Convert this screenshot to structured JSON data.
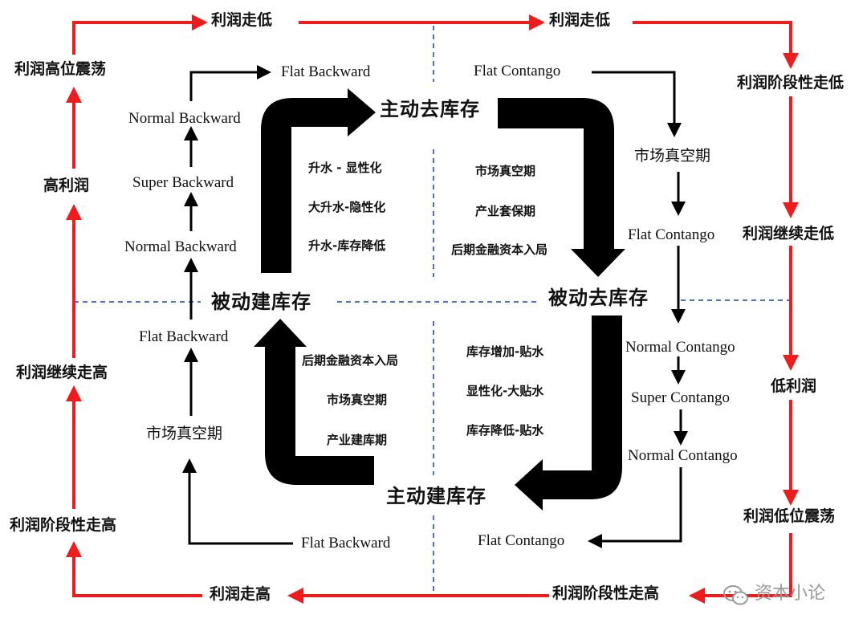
{
  "outer_cycle": {
    "top_left": "利润走低",
    "top_right": "利润走低",
    "right_1": "利润阶段性走低",
    "right_2": "利润继续走低",
    "right_3": "低利润",
    "right_4": "利润低位震荡",
    "bottom_right": "利润阶段性走高",
    "bottom_left": "利润走高",
    "left_1": "利润阶段性走高",
    "left_2": "利润继续走高",
    "left_3": "高利润",
    "left_4": "利润高位震荡"
  },
  "inventory_cycle": {
    "active_destock": "主动去库存",
    "passive_destock": "被动去库存",
    "active_restock": "主动建库存",
    "passive_restock": "被动建库存"
  },
  "structures": {
    "top_left_flat_backward": "Flat Backward",
    "normal_backward_upper": "Normal Backward",
    "super_backward": "Super Backward",
    "normal_backward_lower": "Normal Backward",
    "flat_backward_mid": "Flat Backward",
    "market_vacuum_left": "市场真空期",
    "bottom_flat_backward": "Flat Backward",
    "top_flat_contango": "Flat Contango",
    "market_vacuum_right": "市场真空期",
    "flat_contango_mid": "Flat Contango",
    "normal_contango_upper": "Normal Contango",
    "super_contango": "Super Contango",
    "normal_contango_lower": "Normal Contango",
    "bottom_flat_contango": "Flat Contango"
  },
  "quadrants": {
    "top_left": [
      "升水 - 显性化",
      "大升水-隐性化",
      "升水-库存降低"
    ],
    "top_right": [
      "市场真空期",
      "产业套保期",
      "后期金融资本入局"
    ],
    "bottom_left": [
      "后期金融资本入局",
      "市场真空期",
      "产业建库期"
    ],
    "bottom_right": [
      "库存增加-贴水",
      "显性化-大贴水",
      "库存降低-贴水"
    ]
  },
  "watermark": "资本小论",
  "colors": {
    "outer_arrow": "#ee1c1c",
    "inner_arrow": "#000000",
    "divider": "#4a74c9",
    "watermark": "#9a9a9a"
  }
}
